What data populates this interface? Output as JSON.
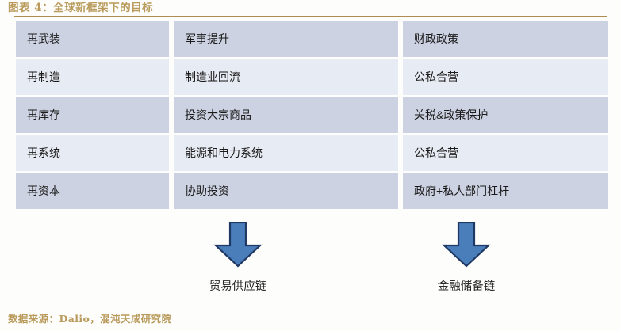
{
  "exhibit": {
    "title": "图表 4：全球新框架下的目标",
    "source": "数据来源：Dalio，混沌天成研究院",
    "accent_color": "#B08D4F",
    "row_color_odd": "#CDD2E2",
    "row_color_even": "#E7EBF3",
    "arrow_fill": "#4A7EBB",
    "arrow_stroke": "#1F3864"
  },
  "table": {
    "rows": [
      {
        "col1": "再武装",
        "col2": "军事提升",
        "col3": "财政政策"
      },
      {
        "col1": "再制造",
        "col2": "制造业回流",
        "col3": "公私合营"
      },
      {
        "col1": "再库存",
        "col2": "投资大宗商品",
        "col3": "关税&政策保护"
      },
      {
        "col1": "再系统",
        "col2": "能源和电力系统",
        "col3": "公私合营"
      },
      {
        "col1": "再资本",
        "col2": "协助投资",
        "col3": "政府+私人部门杠杆"
      }
    ]
  },
  "outcomes": [
    {
      "label": "贸易供应链"
    },
    {
      "label": "金融储备链"
    }
  ]
}
